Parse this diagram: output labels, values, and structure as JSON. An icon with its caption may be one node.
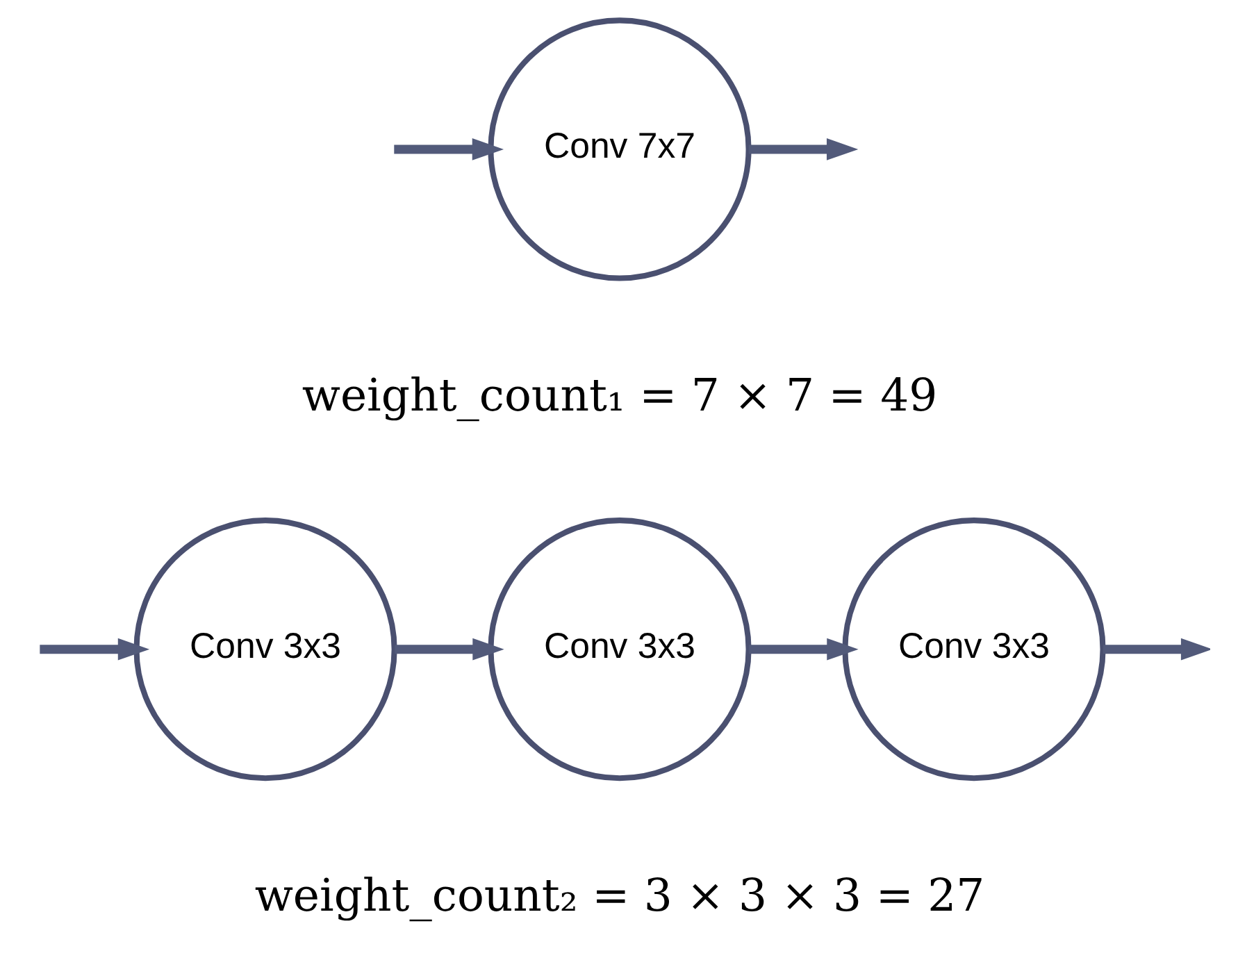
{
  "diagram": {
    "nodes": [
      {
        "text": [
          "Conv 7x7"
        ]
      },
      {
        "text": [
          "Conv 3x3"
        ]
      },
      {
        "text": [
          "Conv 3x3"
        ]
      },
      {
        "text": [
          "Conv 3x3"
        ]
      }
    ],
    "edges": [
      {
        "from": null,
        "to": 0,
        "arrow": "to"
      },
      {
        "from": 0,
        "to": null,
        "arrow": "to"
      },
      {
        "from": null,
        "to": 1,
        "arrow": "to"
      },
      {
        "from": 1,
        "to": 2,
        "arrow": "to"
      },
      {
        "from": 2,
        "to": 3,
        "arrow": "to"
      },
      {
        "from": 3,
        "to": null,
        "arrow": "to"
      }
    ],
    "labels": [
      "weight_count₁ = 7 × 7 = 49",
      "weight_count₂ = 3 × 3 × 3 = 27"
    ]
  }
}
